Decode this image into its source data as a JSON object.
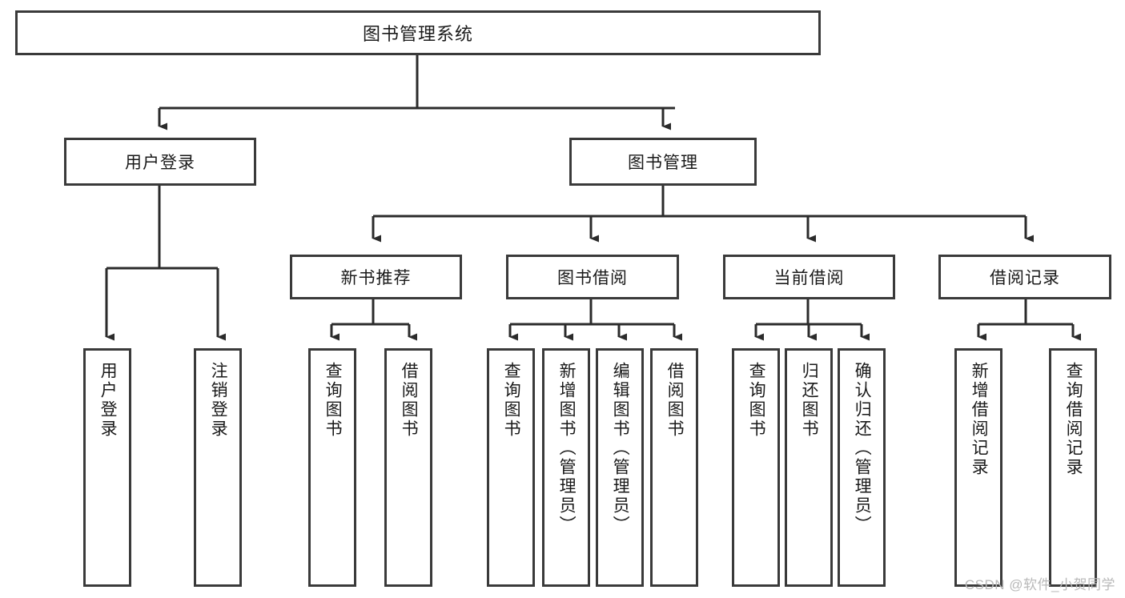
{
  "diagram": {
    "title": "图书管理系统",
    "type": "tree-structure-chart",
    "watermark": "CSDN @软件_小贺同学",
    "colors": {
      "box_border": "#3a3a3a",
      "box_fill": "#ffffff",
      "connector": "#2b2b2b",
      "text": "#1a1a1a",
      "watermark": "#b9b9b9",
      "background": "#ffffff"
    }
  },
  "root": {
    "label": "图书管理系统"
  },
  "level2": [
    {
      "label": "用户登录"
    },
    {
      "label": "图书管理"
    }
  ],
  "level3": [
    {
      "label": "新书推荐"
    },
    {
      "label": "图书借阅"
    },
    {
      "label": "当前借阅"
    },
    {
      "label": "借阅记录"
    }
  ],
  "leaves": {
    "user_login": [
      {
        "label": "用户登录"
      },
      {
        "label": "注销登录"
      }
    ],
    "new_book": [
      {
        "label": "查询图书"
      },
      {
        "label": "借阅图书"
      }
    ],
    "book_borrow": [
      {
        "label": "查询图书"
      },
      {
        "label": "新增图书（管理员）"
      },
      {
        "label": "编辑图书（管理员）"
      },
      {
        "label": "借阅图书"
      }
    ],
    "current_borrow": [
      {
        "label": "查询图书"
      },
      {
        "label": "归还图书"
      },
      {
        "label": "确认归还（管理员）"
      }
    ],
    "borrow_record": [
      {
        "label": "新增借阅记录"
      },
      {
        "label": "查询借阅记录"
      }
    ]
  }
}
